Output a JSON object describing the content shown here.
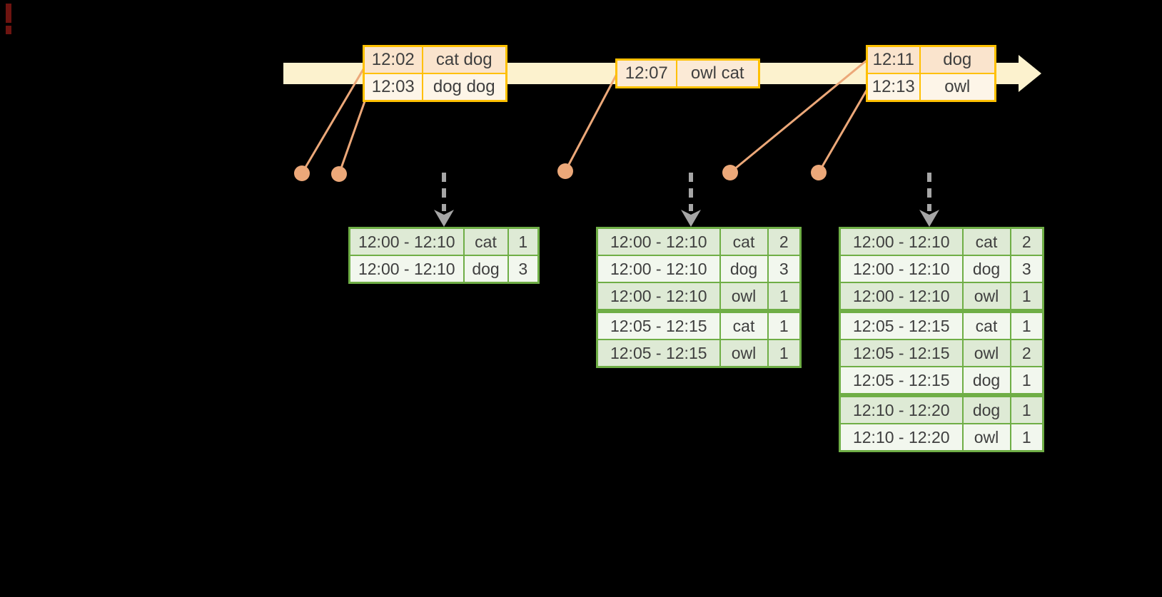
{
  "colors": {
    "background": "#000000",
    "timeline_band": "#FCF2CE",
    "event_border": "#FFC000",
    "event_row_dark": "#FAE4CD",
    "event_row_light": "#FDF5E8",
    "result_border": "#6FAE46",
    "result_row_dark": "#DEEAD5",
    "result_row_light": "#F2F7EE",
    "connector": "#ECA879",
    "trigger_arrow": "#A6A6A6",
    "text": "#3F3F3F"
  },
  "event_tables": [
    {
      "rows": [
        {
          "time": "12:02",
          "words": "cat dog"
        },
        {
          "time": "12:03",
          "words": "dog dog"
        }
      ]
    },
    {
      "rows": [
        {
          "time": "12:07",
          "words": "owl cat"
        }
      ]
    },
    {
      "rows": [
        {
          "time": "12:11",
          "words": "dog"
        },
        {
          "time": "12:13",
          "words": "owl"
        }
      ]
    }
  ],
  "result_tables": [
    {
      "rows": [
        {
          "window": "12:00 - 12:10",
          "word": "cat",
          "count": "1"
        },
        {
          "window": "12:00 - 12:10",
          "word": "dog",
          "count": "3"
        }
      ]
    },
    {
      "rows": [
        {
          "window": "12:00 - 12:10",
          "word": "cat",
          "count": "2"
        },
        {
          "window": "12:00 - 12:10",
          "word": "dog",
          "count": "3"
        },
        {
          "window": "12:00 - 12:10",
          "word": "owl",
          "count": "1"
        },
        {
          "window": "12:05 - 12:15",
          "word": "cat",
          "count": "1"
        },
        {
          "window": "12:05 - 12:15",
          "word": "owl",
          "count": "1"
        }
      ]
    },
    {
      "rows": [
        {
          "window": "12:00 - 12:10",
          "word": "cat",
          "count": "2"
        },
        {
          "window": "12:00 - 12:10",
          "word": "dog",
          "count": "3"
        },
        {
          "window": "12:00 - 12:10",
          "word": "owl",
          "count": "1"
        },
        {
          "window": "12:05 - 12:15",
          "word": "cat",
          "count": "1"
        },
        {
          "window": "12:05 - 12:15",
          "word": "owl",
          "count": "2"
        },
        {
          "window": "12:05 - 12:15",
          "word": "dog",
          "count": "1"
        },
        {
          "window": "12:10 - 12:20",
          "word": "dog",
          "count": "1"
        },
        {
          "window": "12:10 - 12:20",
          "word": "owl",
          "count": "1"
        }
      ]
    }
  ]
}
